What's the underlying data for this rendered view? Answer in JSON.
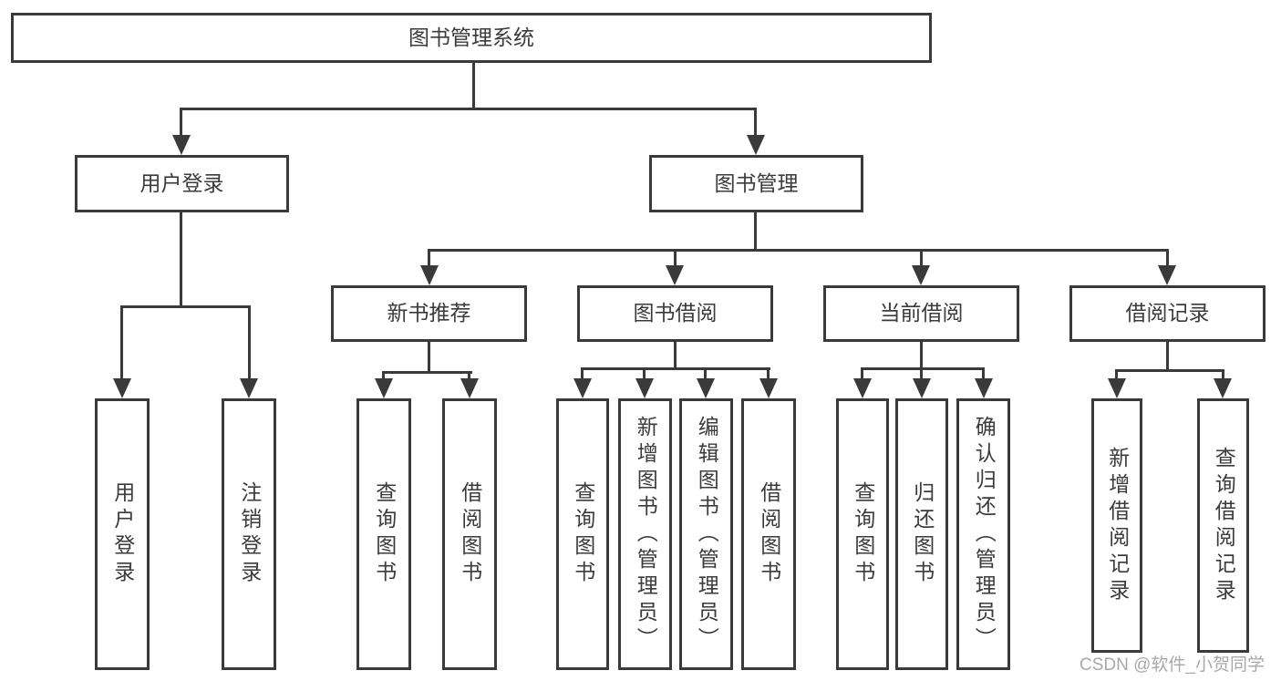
{
  "diagram_title": "图书管理系统",
  "tree": {
    "label": "图书管理系统",
    "children": [
      {
        "label": "用户登录",
        "children": [
          {
            "label": "用户登录"
          },
          {
            "label": "注销登录"
          }
        ]
      },
      {
        "label": "图书管理",
        "children": [
          {
            "label": "新书推荐",
            "children": [
              {
                "label": "查询图书"
              },
              {
                "label": "借阅图书"
              }
            ]
          },
          {
            "label": "图书借阅",
            "children": [
              {
                "label": "查询图书"
              },
              {
                "label": "新增图书（管理员）"
              },
              {
                "label": "编辑图书（管理员）"
              },
              {
                "label": "借阅图书"
              }
            ]
          },
          {
            "label": "当前借阅",
            "children": [
              {
                "label": "查询图书"
              },
              {
                "label": "归还图书"
              },
              {
                "label": "确认归还（管理员）"
              }
            ]
          },
          {
            "label": "借阅记录",
            "children": [
              {
                "label": "新增借阅记录"
              },
              {
                "label": "查询借阅记录"
              }
            ]
          }
        ]
      }
    ]
  },
  "watermark": "CSDN @软件_小贺同学",
  "colors": {
    "line": "#3a3a3a",
    "text": "#3b3b3b",
    "watermark": "#a8a8a8",
    "background": "#ffffff"
  }
}
